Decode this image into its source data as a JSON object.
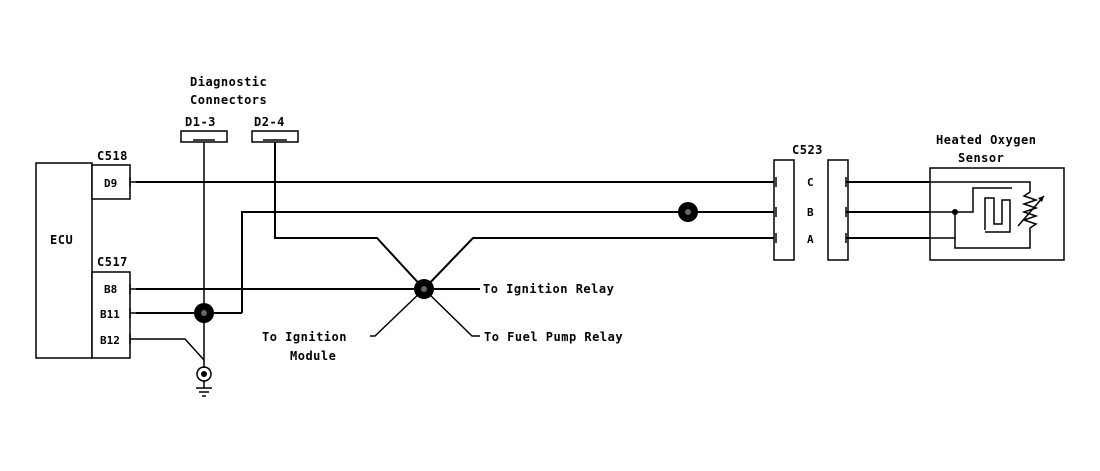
{
  "diagnostic_connectors": {
    "title_line1": "Diagnostic",
    "title_line2": "Connectors",
    "d1": "D1-3",
    "d2": "D2-4"
  },
  "ecu": {
    "label": "ECU",
    "connector_c518": "C518",
    "connector_c517": "C517",
    "pins": {
      "d9": "D9",
      "b8": "B8",
      "b11": "B11",
      "b12": "B12"
    }
  },
  "connector_c523": {
    "label": "C523",
    "pins": {
      "c": "C",
      "b": "B",
      "a": "A"
    }
  },
  "sensor": {
    "title_line1": "Heated Oxygen",
    "title_line2": "Sensor"
  },
  "destinations": {
    "ignition_relay": "To Ignition Relay",
    "fuel_pump_relay": "To Fuel Pump Relay",
    "ignition_module_line1": "To Ignition",
    "ignition_module_line2": "Module"
  }
}
